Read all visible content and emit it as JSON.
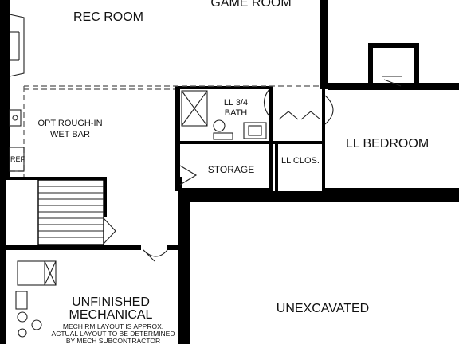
{
  "rooms": {
    "rec_room": "REC ROOM",
    "game_room": "GAME ROOM",
    "wet_bar_line1": "OPT ROUGH-IN",
    "wet_bar_line2": "WET BAR",
    "ref": "REF",
    "bath_line1": "LL 3/4",
    "bath_line2": "BATH",
    "storage": "STORAGE",
    "ll_closet": "LL CLOS.",
    "ll_bedroom": "LL BEDROOM",
    "unexcavated": "UNEXCAVATED",
    "mechanical_line1": "UNFINISHED",
    "mechanical_line2": "MECHANICAL",
    "mech_note_line1": "MECH RM LAYOUT IS APPROX.",
    "mech_note_line2": "ACTUAL LAYOUT TO BE DETERMINED",
    "mech_note_line3": "BY MECH SUBCONTRACTOR"
  },
  "colors": {
    "walls": "#000000",
    "background": "#ffffff",
    "dashed_lines": "#555555"
  }
}
